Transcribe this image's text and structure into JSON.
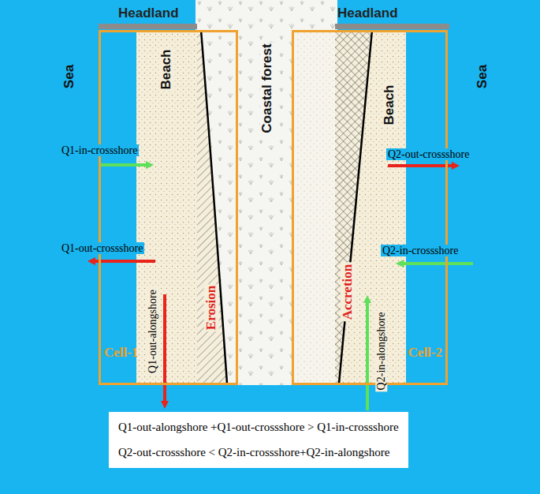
{
  "diagram": {
    "nodes": [
      {
        "text": [
          "Cell-1"
        ]
      },
      {
        "text": [
          "Cell-2"
        ]
      },
      {
        "text": [
          "Q1-out-alongshore +Q1-out-crossshore > Q1-in-crossshore",
          "Q2-out-crossshore < Q2-in-crossshore+Q2-in-alongshore"
        ]
      }
    ],
    "labels": [
      "Headland",
      "Headland",
      "Sea",
      "Sea",
      "Beach",
      "Beach",
      "Coastal forest",
      "Erosion",
      "Accretion",
      "Q1-in-crossshore",
      "Q1-out-crossshore",
      "Q1-out-alongshore",
      "Q2-out-crossshore",
      "Q2-in-crossshore",
      "Q2-in-alongshore"
    ]
  }
}
